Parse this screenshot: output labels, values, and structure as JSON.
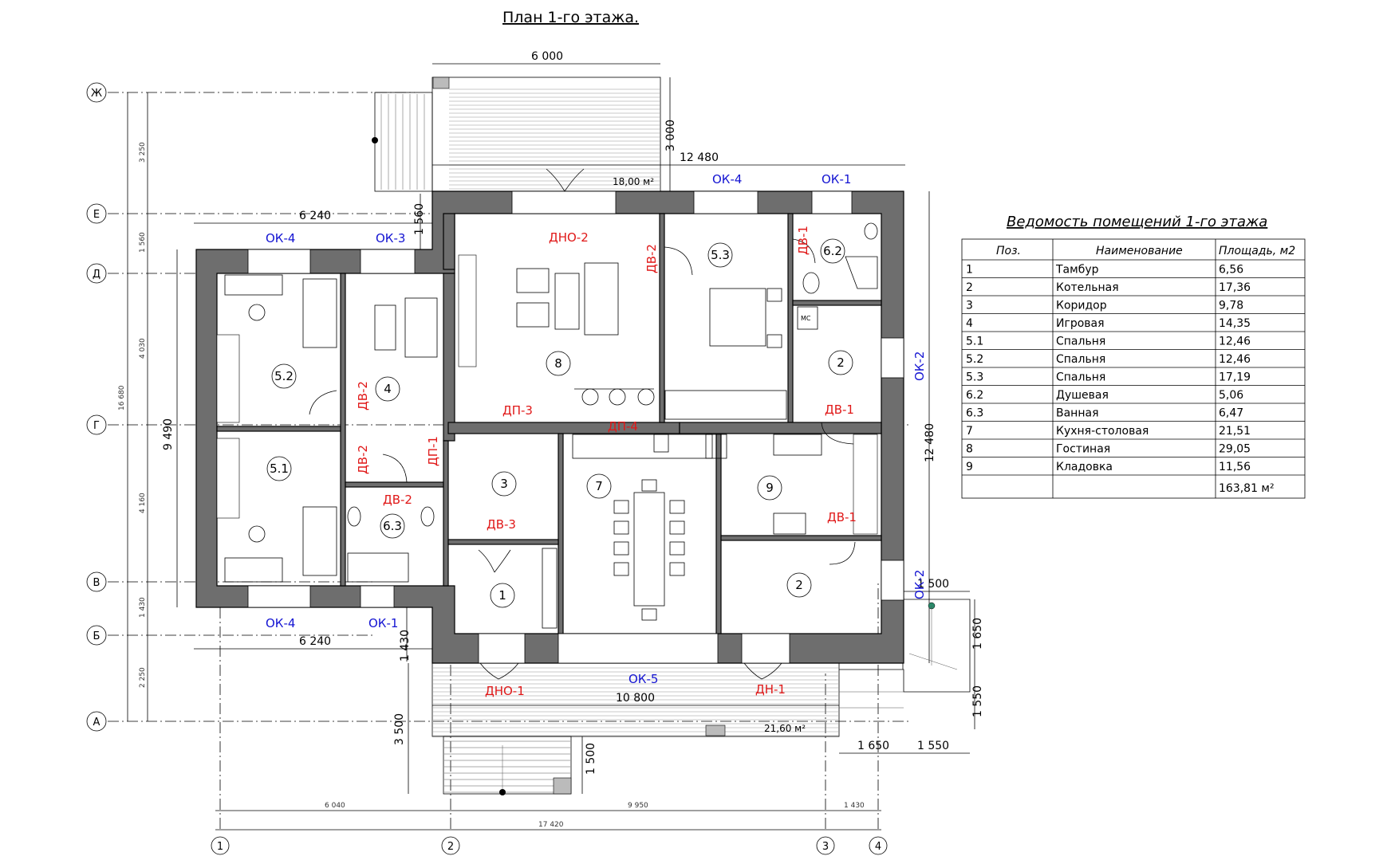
{
  "drawing_title": "План 1-го этажа.",
  "table_title": "Ведомость помещений 1-го этажа",
  "table": {
    "headers": [
      "Поз.",
      "Наименование",
      "Площадь, м2"
    ],
    "rows": [
      [
        "1",
        "Тамбур",
        "6,56"
      ],
      [
        "2",
        "Котельная",
        "17,36"
      ],
      [
        "3",
        "Коридор",
        "9,78"
      ],
      [
        "4",
        "Игровая",
        "14,35"
      ],
      [
        "5.1",
        "Спальня",
        "12,46"
      ],
      [
        "5.2",
        "Спальня",
        "12,46"
      ],
      [
        "5.3",
        "Спальня",
        "17,19"
      ],
      [
        "6.2",
        "Душевая",
        "5,06"
      ],
      [
        "6.3",
        "Ванная",
        "6,47"
      ],
      [
        "7",
        "Кухня-столовая",
        "21,51"
      ],
      [
        "8",
        "Гостиная",
        "29,05"
      ],
      [
        "9",
        "Кладовка",
        "11,56"
      ]
    ],
    "total": "163,81 м²"
  },
  "row_axes": [
    "Ж",
    "Е",
    "Д",
    "Г",
    "В",
    "Б",
    "А"
  ],
  "col_axes": [
    "1",
    "2",
    "3",
    "4"
  ],
  "row_dims_small": [
    "3 250",
    "1 560",
    "4 030",
    "4 160",
    "1 430",
    "2 250"
  ],
  "row_dims_total": "16 680",
  "col_dims_small": [
    "6 040",
    "9 950",
    "1 430"
  ],
  "col_dims_total": "17 420",
  "dimensions": {
    "top_terrace_width": "6 000",
    "top_terrace_depth": "3 000",
    "top_overall": "12 480",
    "left_wing_top": "6 240",
    "left_wing_bottom": "6 240",
    "step_top": "1 560",
    "left_height": "9 490",
    "right_height": "12 480",
    "step_bottom": "1 430",
    "front_terrace": "10 800",
    "front_terrace_depth": "3 500",
    "stairs_depth": "1 500",
    "right_porch_w1": "1 500",
    "right_porch_h1": "1 650",
    "right_porch_h2": "1 550",
    "right_porch_b1": "1 650",
    "right_porch_b2": "1 550"
  },
  "areas": {
    "top_terrace": "18,00 м²",
    "front_terrace": "21,60 м²"
  },
  "windows": [
    "ОК-4",
    "ОК-3",
    "ОК-4",
    "ОК-1",
    "ОК-2",
    "ОК-2",
    "ОК-4",
    "ОК-1",
    "ОК-5"
  ],
  "doors": [
    "ДНО-2",
    "ДВ-2",
    "ДВ-1",
    "ДВ-2",
    "ДВ-2",
    "ДП-1",
    "ДП-3",
    "ДП-4",
    "ДВ-1",
    "ДВ-2",
    "ДВ-3",
    "ДВ-1",
    "ДНО-1",
    "ДН-1"
  ],
  "room_numbers": [
    "5.3",
    "6.2",
    "5.2",
    "4",
    "8",
    "2",
    "5.1",
    "3",
    "7",
    "9",
    "6.3",
    "1",
    "2"
  ],
  "fixture_label": "МС",
  "colors": {
    "windows": "#1414d2",
    "doors": "#e01818",
    "walls": "#6e6e6e"
  }
}
